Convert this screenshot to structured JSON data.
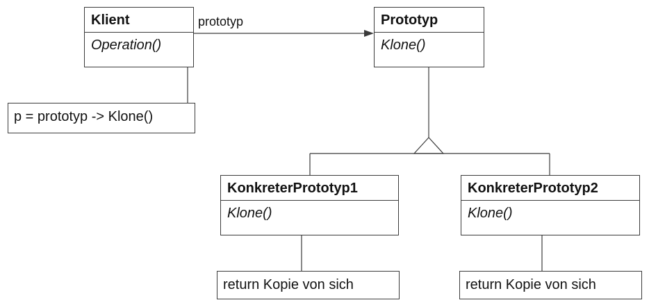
{
  "classes": {
    "client": {
      "name": "Klient",
      "operation": "Operation()"
    },
    "prototype": {
      "name": "Prototyp",
      "operation": "Klone()"
    },
    "concrete1": {
      "name": "KonkreterPrototyp1",
      "operation": "Klone()"
    },
    "concrete2": {
      "name": "KonkreterPrototyp2",
      "operation": "Klone()"
    }
  },
  "association": {
    "label": "prototyp"
  },
  "notes": {
    "client": "p = prototyp -> Klone()",
    "concrete1": "return Kopie von sich",
    "concrete2": "return Kopie von sich"
  }
}
